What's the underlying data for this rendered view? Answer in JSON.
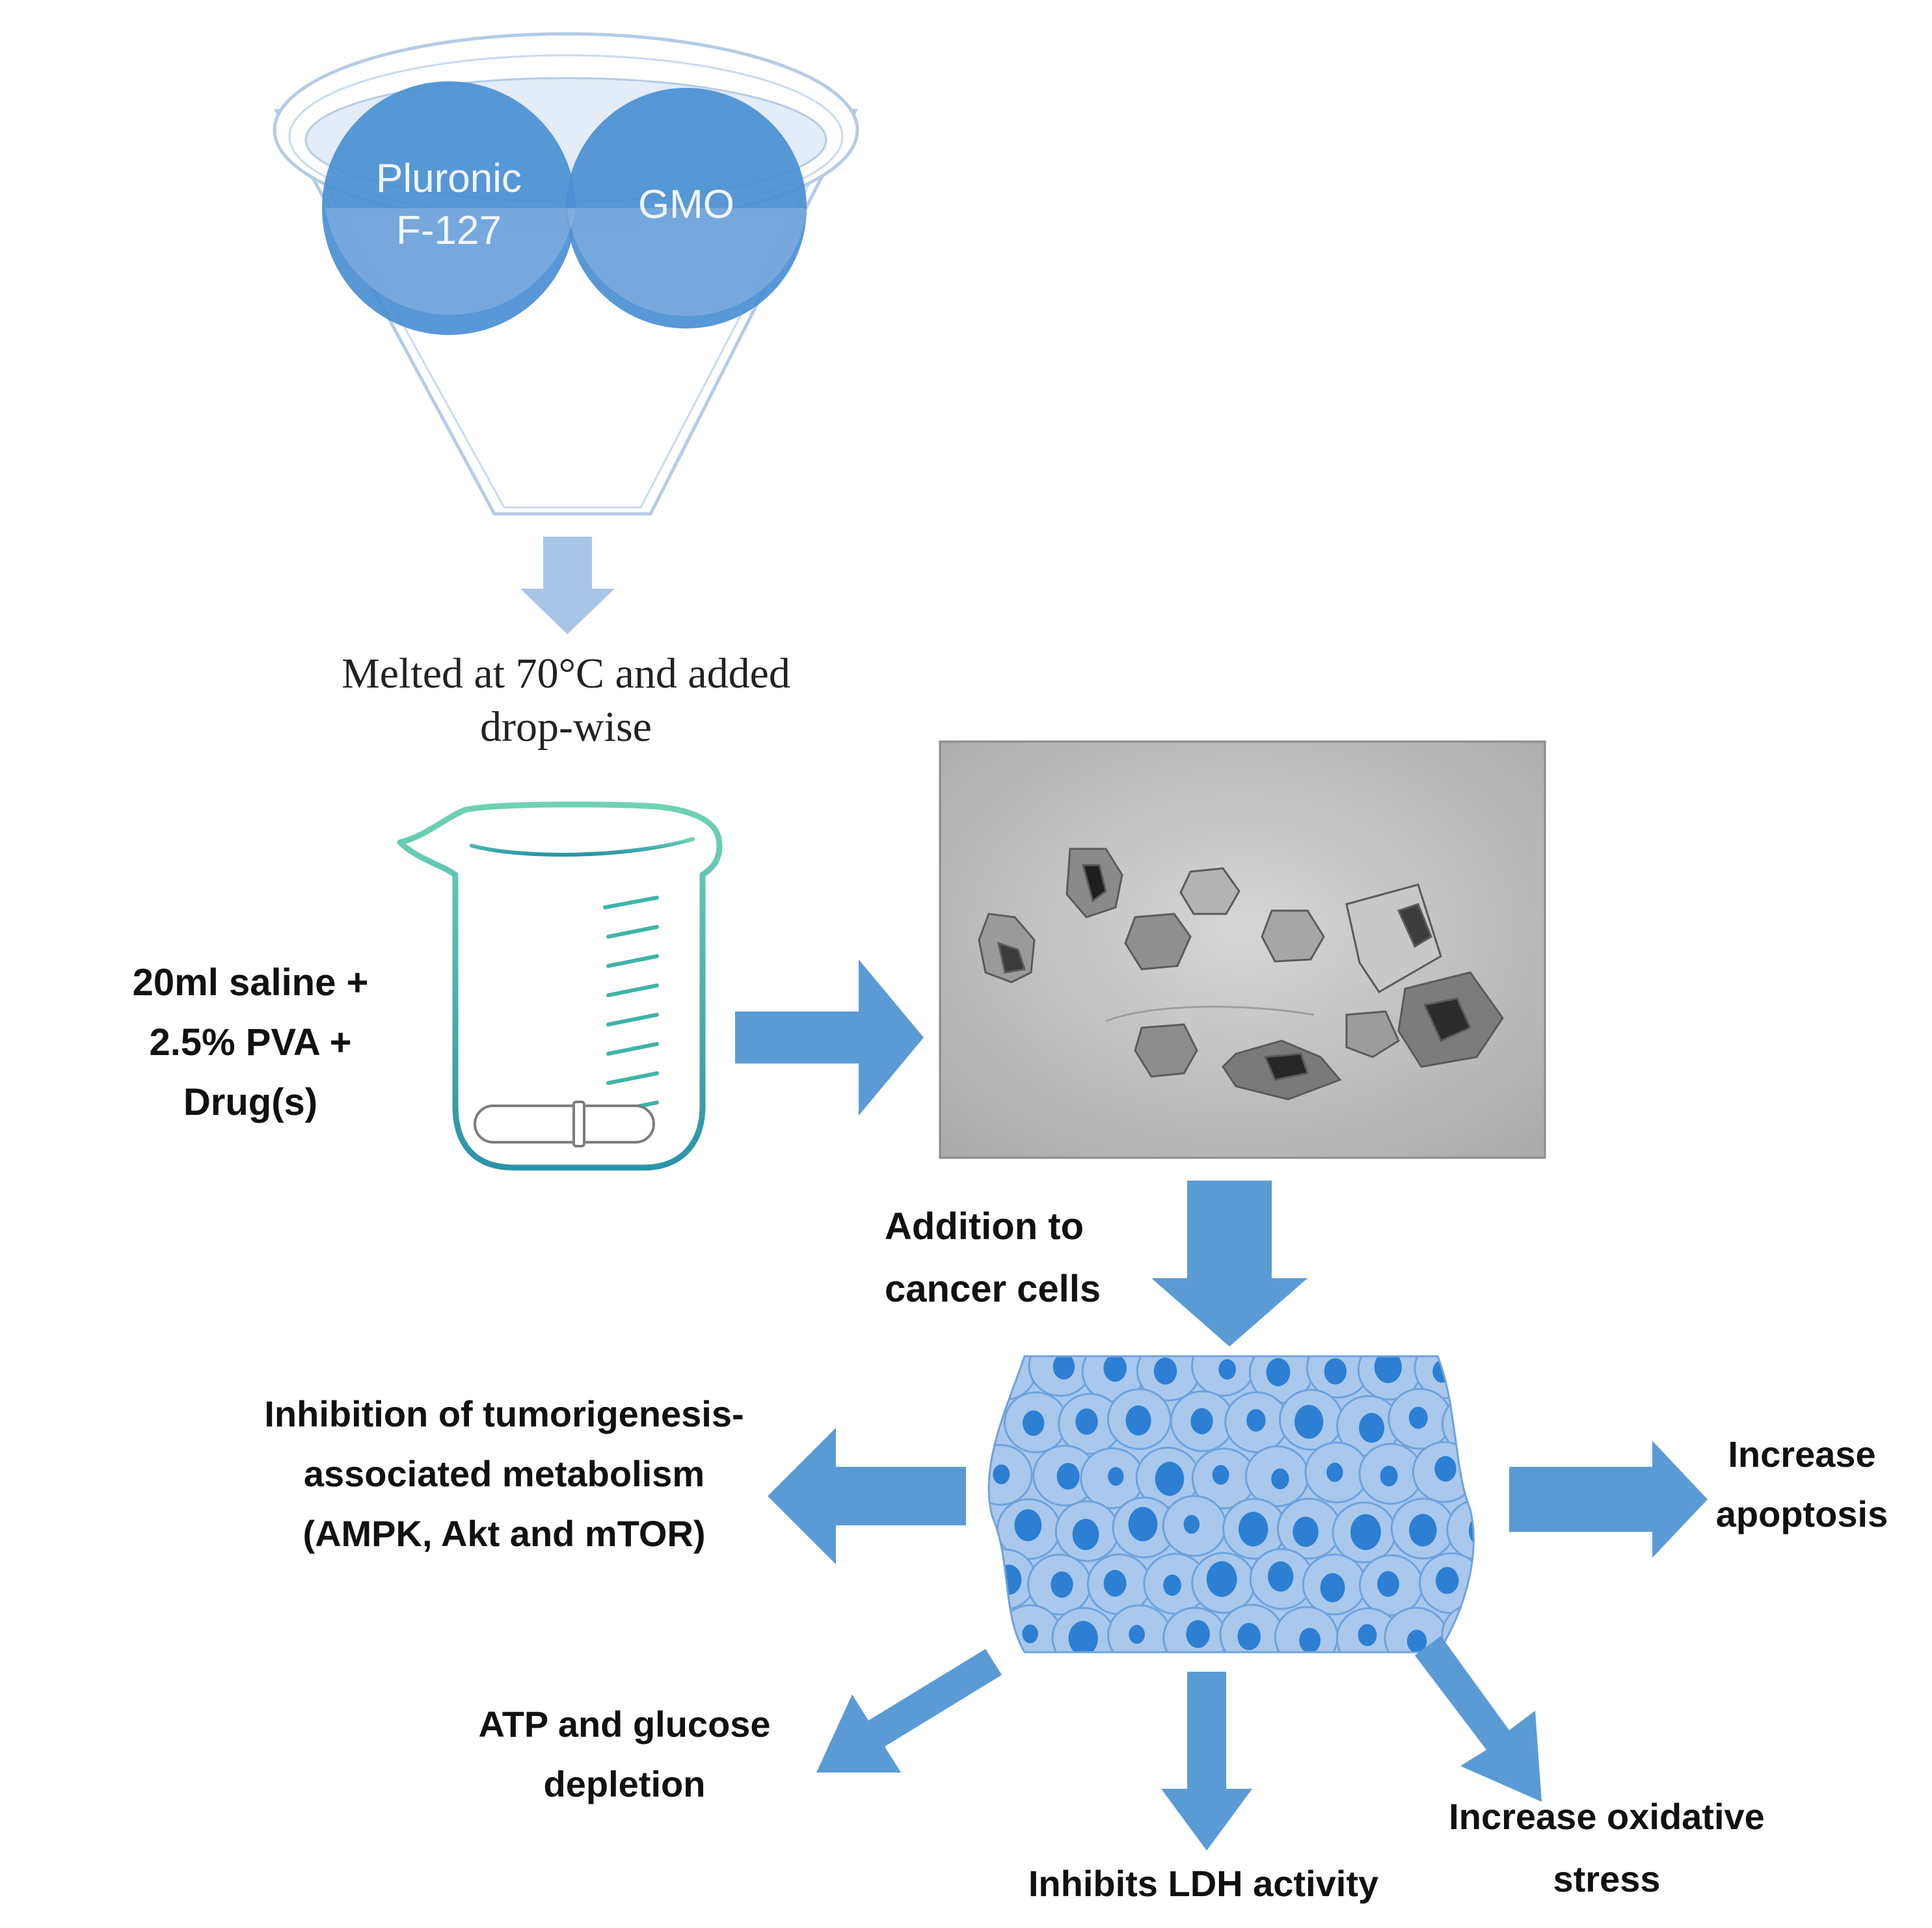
{
  "funnel": {
    "circle_left": "Pluronic\nF-127",
    "circle_right": "GMO"
  },
  "steps": {
    "melt_label": "Melted at 70°C and added\ndrop-wise",
    "beaker_label": "20ml saline +\n2.5% PVA +\nDrug(s)",
    "addition_label": "Addition to\ncancer cells"
  },
  "effects": {
    "left": "Inhibition of tumorigenesis-\nassociated metabolism\n(AMPK, Akt and mTOR)",
    "right": "Increase\napoptosis",
    "bottom_left": "ATP and glucose\ndepletion",
    "bottom_center": "Inhibits LDH activity",
    "bottom_right": "Increase oxidative\nstress"
  },
  "colors": {
    "blue_dark": "#4a8fd3",
    "blue_arrow": "#5b9bd5",
    "blue_pale_arrow": "#a9c5e6",
    "funnel_outline": "#b5cbe6",
    "beaker_teal": "#3ab5a6",
    "cell_fill": "#a9c8ec",
    "cell_stroke": "#6fa3dc",
    "nucleus": "#2c7fd3"
  }
}
